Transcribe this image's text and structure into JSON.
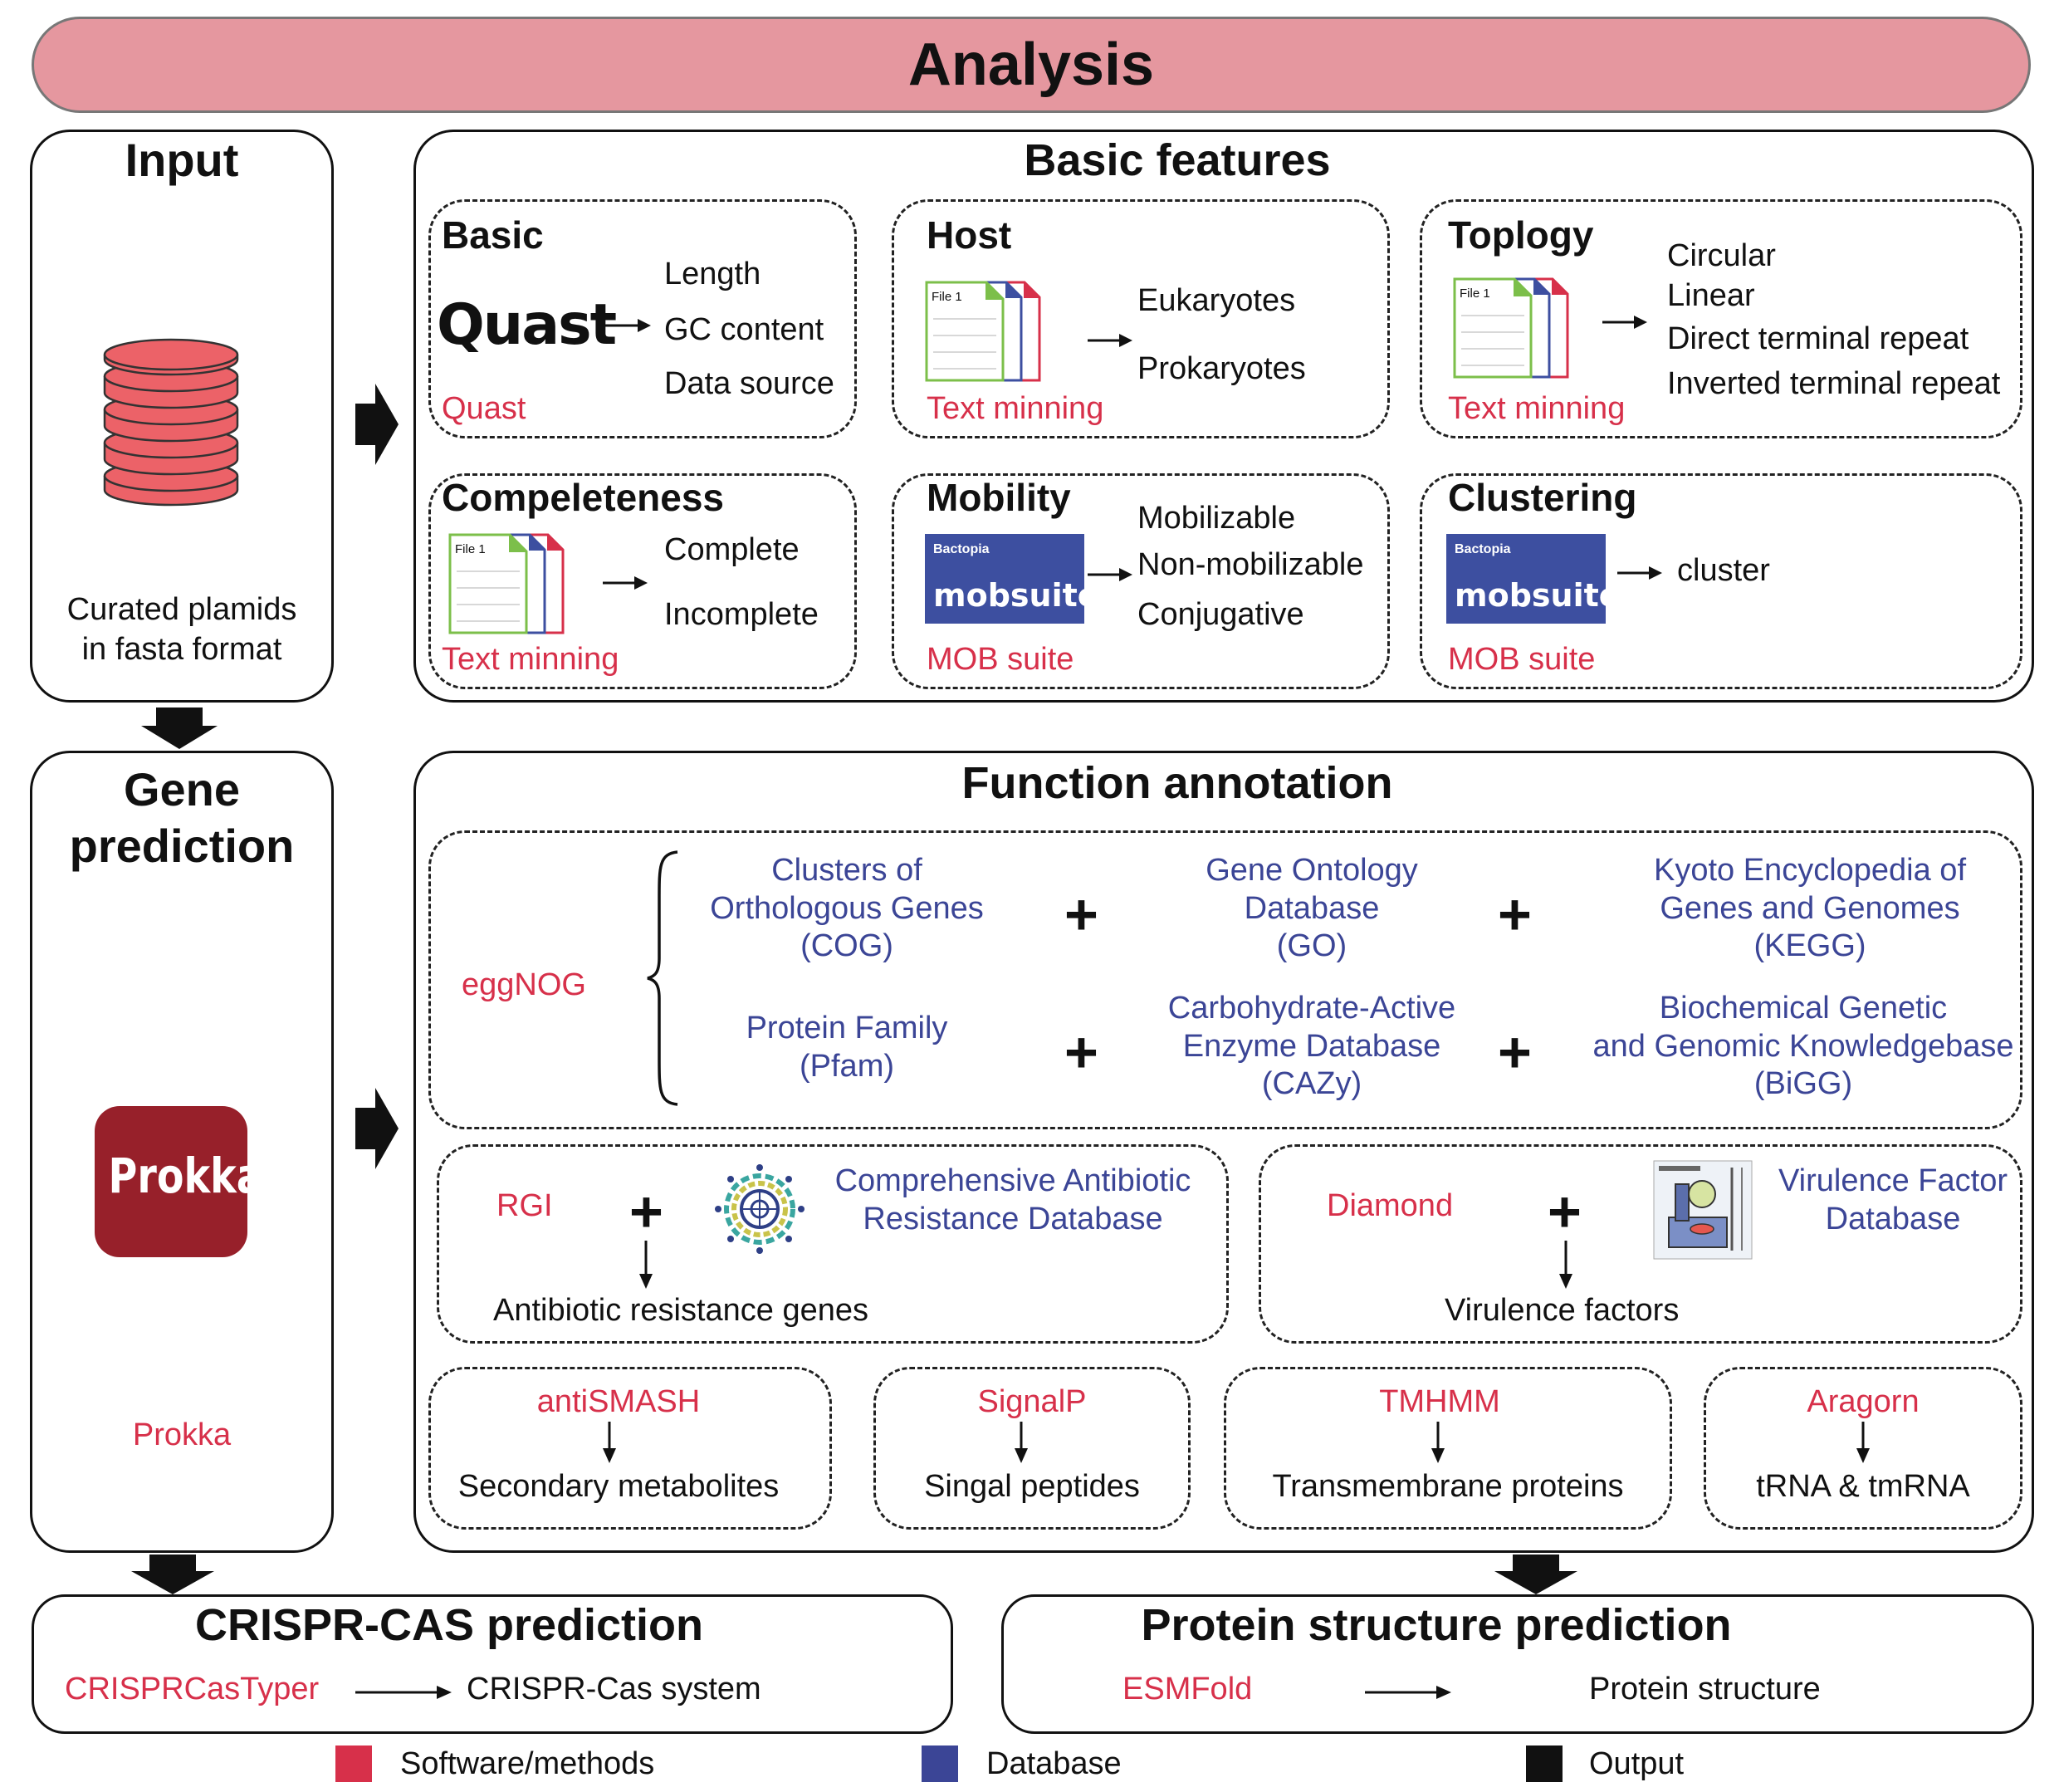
{
  "header": {
    "title": "Analysis"
  },
  "input": {
    "title": "Input",
    "caption_line1": "Curated plamids",
    "caption_line2": "in fasta format"
  },
  "gene_prediction": {
    "title_line1": "Gene",
    "title_line2": "prediction",
    "logo_text": "Prokka",
    "tool": "Prokka"
  },
  "basic_features": {
    "title": "Basic features",
    "basic": {
      "title": "Basic",
      "logo_text": "Quast",
      "tool": "Quast",
      "outputs": [
        "Length",
        "GC content",
        "Data source"
      ]
    },
    "host": {
      "title": "Host",
      "tool": "Text minning",
      "outputs": [
        "Eukaryotes",
        "Prokaryotes"
      ]
    },
    "topology": {
      "title": "Toplogy",
      "tool": "Text minning",
      "outputs": [
        "Circular",
        "Linear",
        "Direct terminal repeat",
        "Inverted terminal repeat"
      ]
    },
    "completeness": {
      "title": "Compeleteness",
      "tool": "Text minning",
      "outputs": [
        "Complete",
        "Incomplete"
      ]
    },
    "mobility": {
      "title": "Mobility",
      "tool": "MOB suite",
      "outputs": [
        "Mobilizable",
        "Non-mobilizable",
        "Conjugative"
      ]
    },
    "clustering": {
      "title": "Clustering",
      "tool": "MOB suite",
      "outputs": [
        "cluster"
      ]
    },
    "file_label": "File 1",
    "mobsuite_small": "Bactopia",
    "mobsuite_big": "mobsuite"
  },
  "function_annotation": {
    "title": "Function annotation",
    "eggnog": {
      "tool": "eggNOG",
      "databases": [
        [
          "Clusters of",
          "Orthologous Genes",
          "(COG)"
        ],
        [
          "Gene Ontology",
          "Database",
          "(GO)"
        ],
        [
          "Kyoto Encyclopedia of",
          "Genes and Genomes",
          "(KEGG)"
        ],
        [
          "Protein Family",
          "(Pfam)"
        ],
        [
          "Carbohydrate-Active",
          "Enzyme Database",
          "(CAZy)"
        ],
        [
          "Biochemical Genetic",
          "and Genomic Knowledgebase",
          "(BiGG)"
        ]
      ]
    },
    "rgi": {
      "tool": "RGI",
      "database": [
        "Comprehensive Antibiotic",
        "Resistance Database"
      ],
      "output": "Antibiotic resistance genes"
    },
    "diamond": {
      "tool": "Diamond",
      "database": [
        "Virulence Factor",
        "Database"
      ],
      "output": "Virulence factors"
    },
    "small_tools": [
      {
        "tool": "antiSMASH",
        "output": "Secondary metabolites"
      },
      {
        "tool": "SignalP",
        "output": "Singal peptides"
      },
      {
        "tool": "TMHMM",
        "output": "Transmembrane proteins"
      },
      {
        "tool": "Aragorn",
        "output": "tRNA & tmRNA"
      }
    ]
  },
  "crispr": {
    "title": "CRISPR-CAS prediction",
    "tool": "CRISPRCasTyper",
    "output": "CRISPR-Cas system"
  },
  "protein": {
    "title": "Protein structure prediction",
    "tool": "ESMFold",
    "output": "Protein structure"
  },
  "legend": [
    {
      "label": "Software/methods",
      "color": "#d7304a"
    },
    {
      "label": "Database",
      "color": "#3b4596"
    },
    {
      "label": "Output",
      "color": "#111111"
    }
  ],
  "colors": {
    "header_fill": "#e5979f",
    "software": "#d7304a",
    "database": "#3b4596",
    "db_icon": "#ec6268",
    "prokka_bg": "#97202a"
  }
}
